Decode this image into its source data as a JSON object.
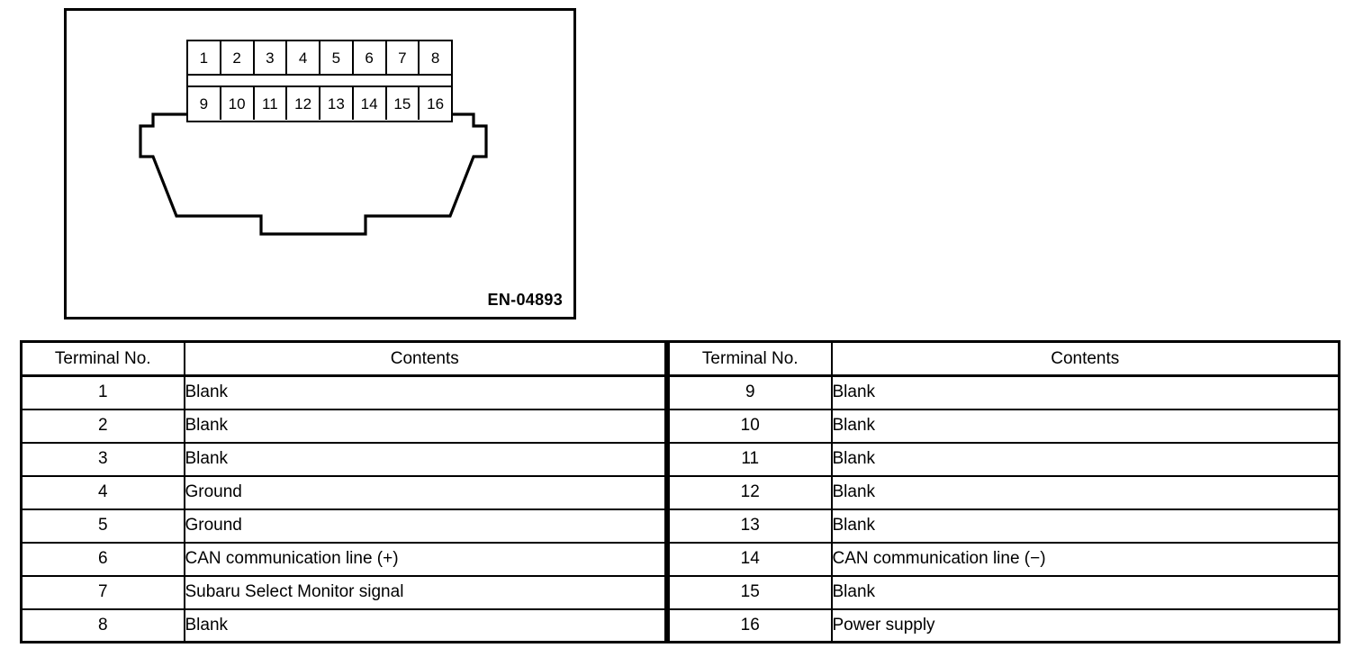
{
  "figure": {
    "reference_label": "EN-04893",
    "connector": {
      "name": "data-link-connector",
      "pin_rows": [
        [
          "1",
          "2",
          "3",
          "4",
          "5",
          "6",
          "7",
          "8"
        ],
        [
          "9",
          "10",
          "11",
          "12",
          "13",
          "14",
          "15",
          "16"
        ]
      ]
    }
  },
  "tables": {
    "headers": {
      "terminal_no": "Terminal No.",
      "contents": "Contents"
    },
    "left": [
      {
        "terminal": "1",
        "contents": "Blank"
      },
      {
        "terminal": "2",
        "contents": "Blank"
      },
      {
        "terminal": "3",
        "contents": "Blank"
      },
      {
        "terminal": "4",
        "contents": "Ground"
      },
      {
        "terminal": "5",
        "contents": "Ground"
      },
      {
        "terminal": "6",
        "contents": "CAN communication line (+)"
      },
      {
        "terminal": "7",
        "contents": "Subaru Select Monitor signal"
      },
      {
        "terminal": "8",
        "contents": "Blank"
      }
    ],
    "right": [
      {
        "terminal": "9",
        "contents": "Blank"
      },
      {
        "terminal": "10",
        "contents": "Blank"
      },
      {
        "terminal": "11",
        "contents": "Blank"
      },
      {
        "terminal": "12",
        "contents": "Blank"
      },
      {
        "terminal": "13",
        "contents": "Blank"
      },
      {
        "terminal": "14",
        "contents": "CAN communication line (−)"
      },
      {
        "terminal": "15",
        "contents": "Blank"
      },
      {
        "terminal": "16",
        "contents": "Power supply"
      }
    ]
  },
  "colors": {
    "line": "#000000",
    "background": "#ffffff"
  }
}
